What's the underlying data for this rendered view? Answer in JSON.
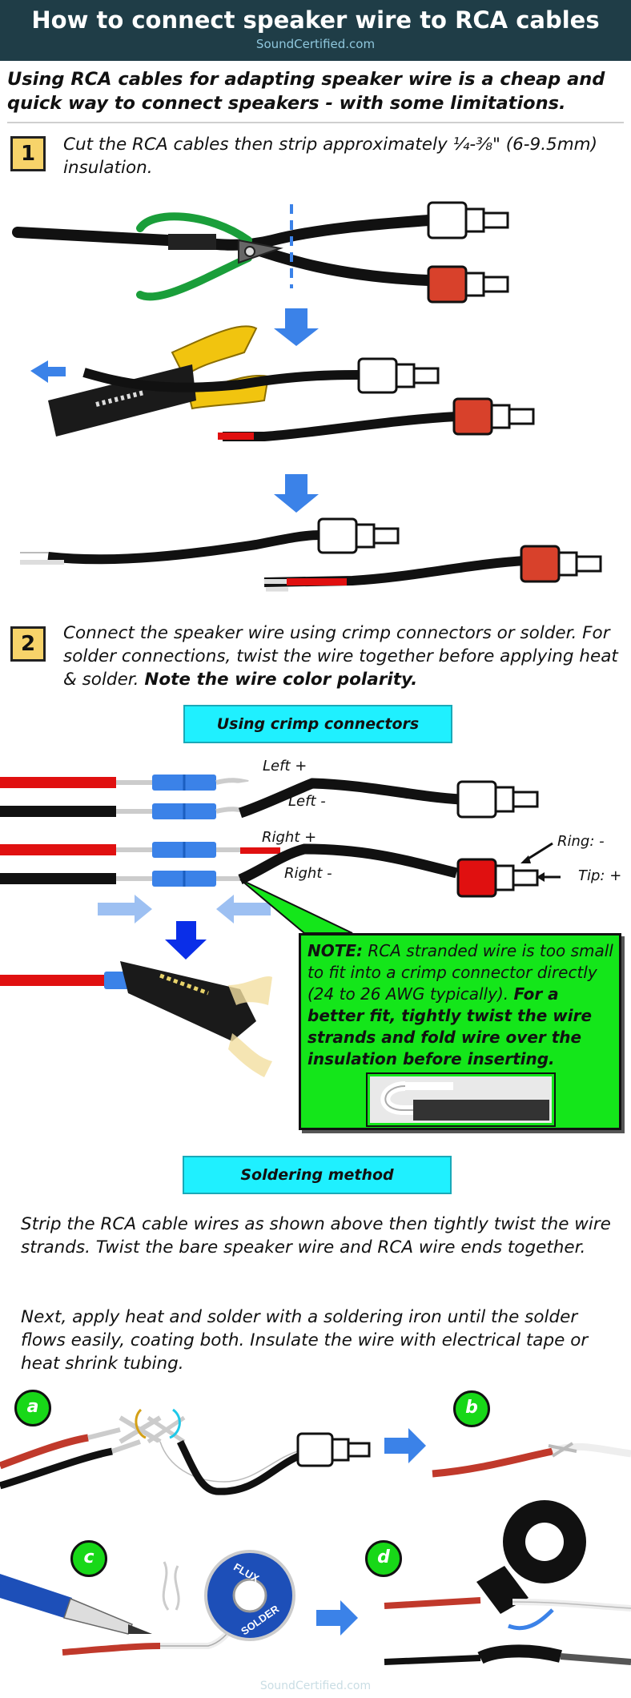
{
  "header": {
    "title": "How to connect speaker wire to RCA cables",
    "site": "SoundCertified.com"
  },
  "intro": "Using RCA cables for adapting speaker wire is a cheap and quick way to connect speakers - with some limitations.",
  "step1": {
    "number": "1",
    "text": "Cut the RCA cables then strip approximately ¼-⅜\" (6-9.5mm) insulation."
  },
  "step2": {
    "number": "2",
    "text": "Connect the speaker wire using crimp connectors or solder. For solder connections, twist the wire together before applying heat & solder.",
    "bold_text": "Note the wire color polarity."
  },
  "crimp_label": "Using crimp connectors",
  "wire_labels": {
    "left_plus": "Left +",
    "left_minus": "Left -",
    "right_plus": "Right +",
    "right_minus": "Right -",
    "ring": "Ring: -",
    "tip": "Tip: +"
  },
  "note": {
    "lead": "NOTE:",
    "text": "RCA stranded wire is too small to fit into a crimp connector directly (24 to 26 AWG typically).",
    "bold_text": "For a better fit, tightly twist the wire strands and fold wire over the insulation before inserting."
  },
  "solder_label": "Soldering method",
  "solder_para1": "Strip the RCA cable wires as shown above then tightly twist the wire strands. Twist the bare speaker wire and RCA wire ends together.",
  "solder_para2": "Next, apply heat and solder with a soldering iron until the solder flows easily, coating both. Insulate the wire with electrical tape or heat shrink tubing.",
  "steps_circles": [
    "a",
    "b",
    "c",
    "d"
  ],
  "flux_label_top": "FLUX",
  "flux_label_bottom": "SOLDER",
  "footer": "SoundCertified.com",
  "colors": {
    "header_bg": "#1f3d47",
    "accent_blue": "#3b82e8",
    "label_cyan": "#1ff0ff",
    "note_green": "#14e61a",
    "step_badge": "#f7d36a",
    "rca_red": "#d8412b",
    "wire_red": "#e01010"
  },
  "icons": [
    "wire-cutter-icon",
    "wire-stripper-icon",
    "crimp-tool-icon",
    "soldering-iron-icon",
    "solder-spool-icon",
    "electrical-tape-icon",
    "down-arrow-icon",
    "right-arrow-icon"
  ]
}
